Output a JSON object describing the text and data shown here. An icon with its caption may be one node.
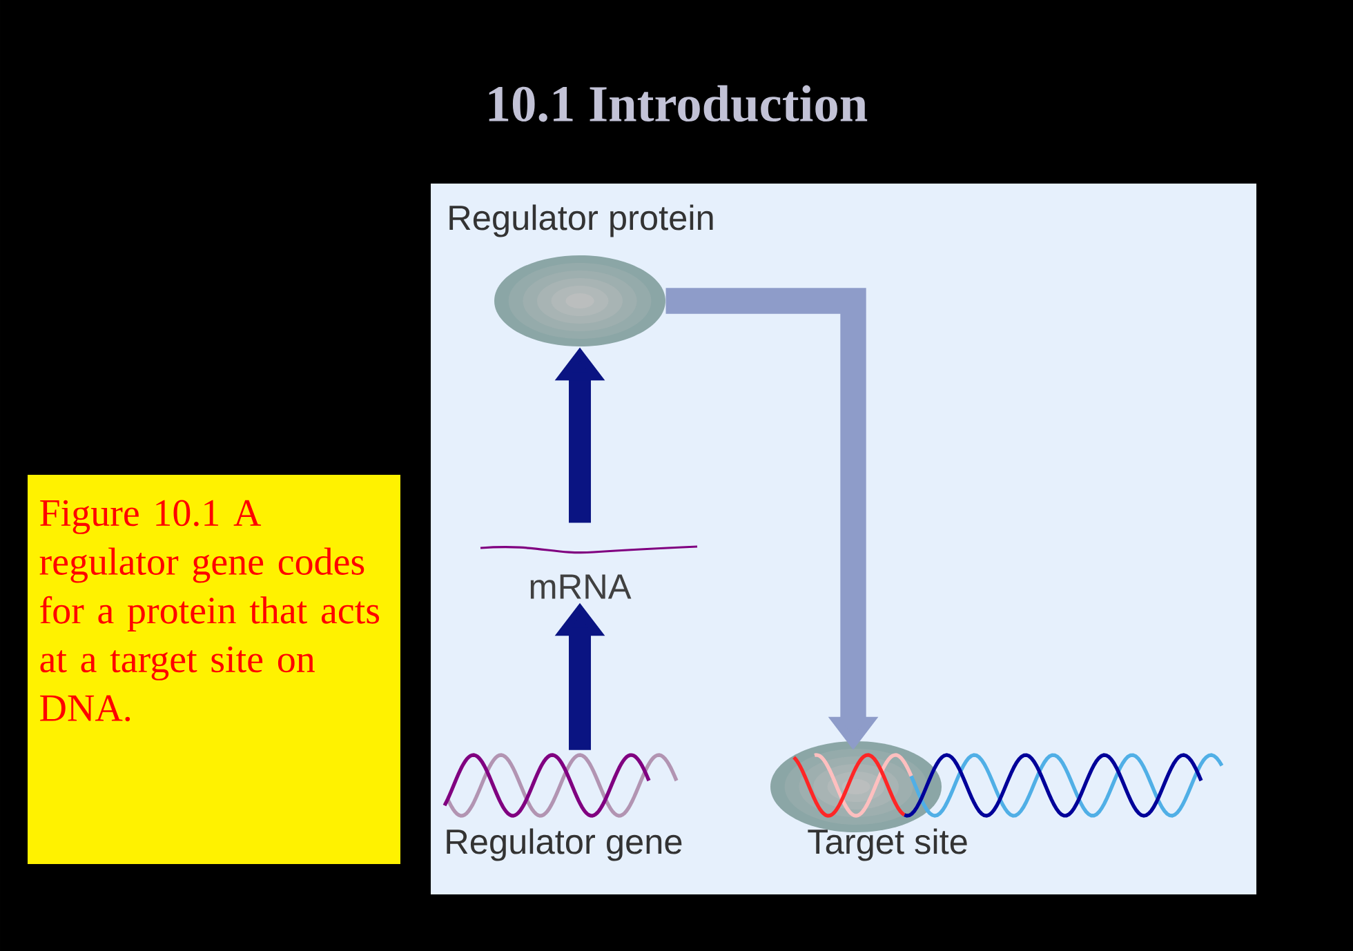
{
  "diagram": {
    "title": "10.1 Introduction",
    "caption": "Figure 10.1 A regulator gene codes for a protein that acts at a target site on DNA.",
    "nodes": [
      {
        "text": [],
        "shape": "ellipse",
        "beside": [
          "Regulator protein"
        ]
      },
      {
        "text": [
          "mRNA"
        ]
      },
      {
        "text": [],
        "shape": "picture",
        "beside": [
          "Regulator gene"
        ]
      },
      {
        "text": [],
        "shape": "picture",
        "beside": [
          "Target site"
        ]
      }
    ],
    "edges": [
      {
        "from": 2,
        "to": 1,
        "arrow": "to"
      },
      {
        "from": 1,
        "to": 0,
        "arrow": "to"
      },
      {
        "from": 0,
        "to": 3,
        "arrow": "to",
        "color": "#8e9cc9"
      }
    ]
  }
}
